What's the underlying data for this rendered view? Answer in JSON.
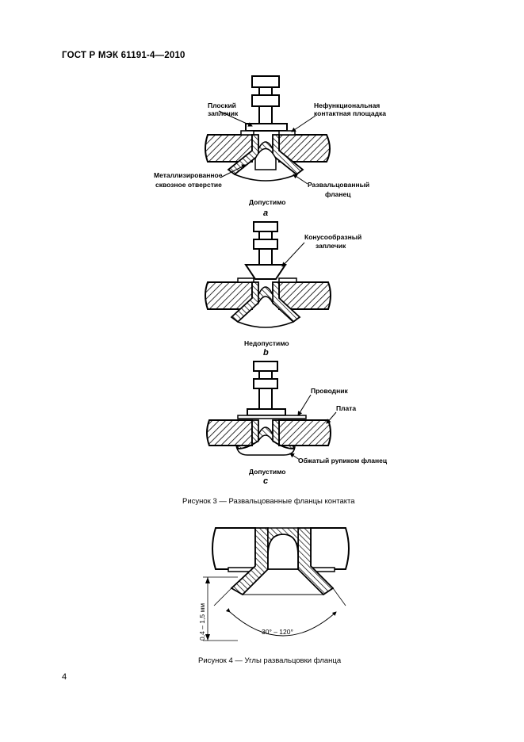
{
  "header": {
    "standard": "ГОСТ Р МЭК 61191-4—2010"
  },
  "figure3": {
    "a": {
      "label_flat_punch_line1": "Плоский",
      "label_flat_punch_line2": "заплечик",
      "label_nonfunctional_line1": "Нефункциональная",
      "label_nonfunctional_line2": "контактная площадка",
      "label_plated_hole_line1": "Металлизированное",
      "label_plated_hole_line2": "сквозное отверстие",
      "label_flared_flange_line1": "Развальцованный",
      "label_flared_flange_line2": "фланец",
      "verdict": "Допустимо",
      "letter": "a"
    },
    "b": {
      "label_conical_punch_line1": "Конусообразный",
      "label_conical_punch_line2": "заплечик",
      "verdict": "Недопустимо",
      "letter": "b"
    },
    "c": {
      "label_conductor": "Проводник",
      "label_board": "Плата",
      "label_rolled_flange": "Обжатый рупиком фланец",
      "verdict": "Допустимо",
      "letter": "c"
    },
    "caption": "Рисунок 3 — Развальцованные фланцы контакта"
  },
  "figure4": {
    "dimension": "0,4 – 1,5 мм",
    "angle": "30° – 120°",
    "caption": "Рисунок 4 — Углы развальцовки фланца"
  },
  "page": {
    "number": "4"
  }
}
